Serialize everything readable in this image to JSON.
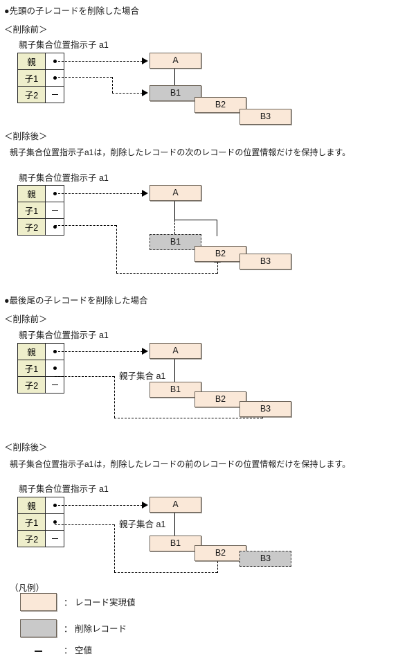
{
  "sections": {
    "first_child": {
      "heading": "●先頭の子レコードを削除した場合",
      "before_label": "＜削除前＞",
      "after_label": "＜削除後＞",
      "after_description": "親子集合位置指示子a1は，削除したレコードの次のレコードの位置情報だけを保持します。",
      "table_caption": "親子集合位置指示子 a1",
      "before": {
        "rows": [
          {
            "label": "親",
            "value": "dot"
          },
          {
            "label": "子1",
            "value": "dot"
          },
          {
            "label": "子2",
            "value": "dash"
          }
        ],
        "boxes": [
          {
            "name": "A",
            "state": "record"
          },
          {
            "name": "B1",
            "state": "deleted"
          },
          {
            "name": "B2",
            "state": "record"
          },
          {
            "name": "B3",
            "state": "record"
          }
        ]
      },
      "after": {
        "rows": [
          {
            "label": "親",
            "value": "dot"
          },
          {
            "label": "子1",
            "value": "dash"
          },
          {
            "label": "子2",
            "value": "dot"
          }
        ],
        "boxes": [
          {
            "name": "A",
            "state": "record"
          },
          {
            "name": "B1",
            "state": "deleted-removed"
          },
          {
            "name": "B2",
            "state": "record"
          },
          {
            "name": "B3",
            "state": "record"
          }
        ]
      }
    },
    "last_child": {
      "heading": "●最後尾の子レコードを削除した場合",
      "before_label": "＜削除前＞",
      "after_label": "＜削除後＞",
      "after_description": "親子集合位置指示子a1は，削除したレコードの前のレコードの位置情報だけを保持します。",
      "table_caption": "親子集合位置指示子 a1",
      "set_label": "親子集合 a1",
      "before": {
        "rows": [
          {
            "label": "親",
            "value": "dot"
          },
          {
            "label": "子1",
            "value": "dot"
          },
          {
            "label": "子2",
            "value": "dash"
          }
        ],
        "boxes": [
          {
            "name": "A",
            "state": "record"
          },
          {
            "name": "B1",
            "state": "record"
          },
          {
            "name": "B2",
            "state": "record"
          },
          {
            "name": "B3",
            "state": "deleted"
          }
        ]
      },
      "after": {
        "rows": [
          {
            "label": "親",
            "value": "dot"
          },
          {
            "label": "子1",
            "value": "dot"
          },
          {
            "label": "子2",
            "value": "dash"
          }
        ],
        "boxes": [
          {
            "name": "A",
            "state": "record"
          },
          {
            "name": "B1",
            "state": "record"
          },
          {
            "name": "B2",
            "state": "record"
          },
          {
            "name": "B3",
            "state": "deleted-removed"
          }
        ]
      }
    }
  },
  "legend": {
    "title": "（凡例）",
    "items": [
      {
        "swatch": "record",
        "text": "： レコード実現値"
      },
      {
        "swatch": "deleted",
        "text": "： 削除レコード"
      },
      {
        "swatch": "dash",
        "text": "： 空値"
      }
    ]
  },
  "colors": {
    "record_fill": "#fae8d8",
    "deleted_fill": "#c9c9c9",
    "table_label_fill": "#eeeecb",
    "border": "#6b6257",
    "line": "#000000"
  }
}
